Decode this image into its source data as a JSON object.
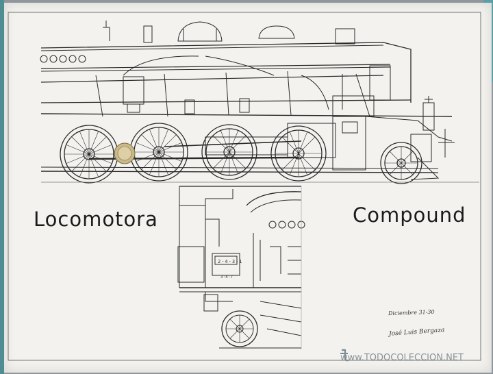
{
  "titles": {
    "left": "Locomotora",
    "right": "Compound"
  },
  "annotations": {
    "date": "Diciembre 31-30",
    "signature": "José Luis Bergaza",
    "number_plate": "2-4-3-1",
    "number_under": "3·4·7"
  },
  "watermark": {
    "text": "www.TODOCOLECCION.NET"
  },
  "colors": {
    "paper": "#f3f2ee",
    "ink": "#1b1b1b",
    "background": "#8f979c",
    "accent": "#4f8d92"
  }
}
